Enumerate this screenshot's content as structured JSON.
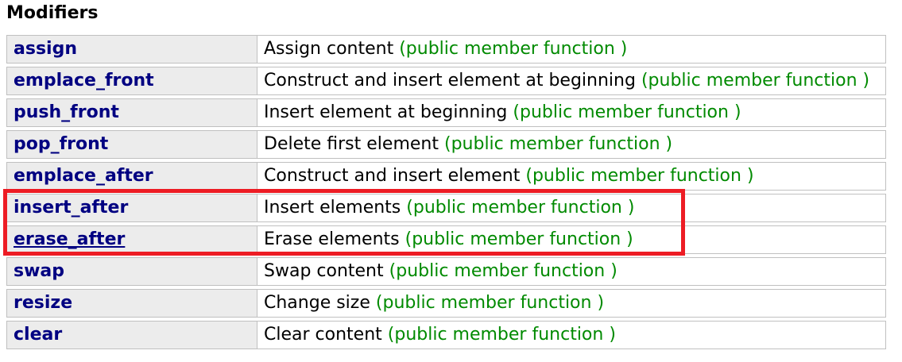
{
  "heading": "Modifiers",
  "table": {
    "rows": [
      {
        "name": "assign",
        "description": "Assign content",
        "kind": "(public member function )",
        "highlighted": false,
        "underlined": false
      },
      {
        "name": "emplace_front",
        "description": "Construct and insert element at beginning",
        "kind": "(public member function )",
        "highlighted": false,
        "underlined": false
      },
      {
        "name": "push_front",
        "description": "Insert element at beginning",
        "kind": "(public member function )",
        "highlighted": false,
        "underlined": false
      },
      {
        "name": "pop_front",
        "description": "Delete first element",
        "kind": "(public member function )",
        "highlighted": false,
        "underlined": false
      },
      {
        "name": "emplace_after",
        "description": "Construct and insert element",
        "kind": "(public member function )",
        "highlighted": false,
        "underlined": false
      },
      {
        "name": "insert_after",
        "description": "Insert elements",
        "kind": "(public member function )",
        "highlighted": true,
        "underlined": false
      },
      {
        "name": "erase_after",
        "description": "Erase elements",
        "kind": "(public member function )",
        "highlighted": true,
        "underlined": true
      },
      {
        "name": "swap",
        "description": "Swap content",
        "kind": "(public member function )",
        "highlighted": false,
        "underlined": false
      },
      {
        "name": "resize",
        "description": "Change size",
        "kind": "(public member function )",
        "highlighted": false,
        "underlined": false
      },
      {
        "name": "clear",
        "description": "Clear content",
        "kind": "(public member function )",
        "highlighted": false,
        "underlined": false
      }
    ]
  },
  "colors": {
    "link": "#000081",
    "member_kind_green": "#008A00",
    "highlight_red": "#ED1C24",
    "cell_bg": "#ECECEC",
    "cell_border": "#C0C0C0"
  }
}
